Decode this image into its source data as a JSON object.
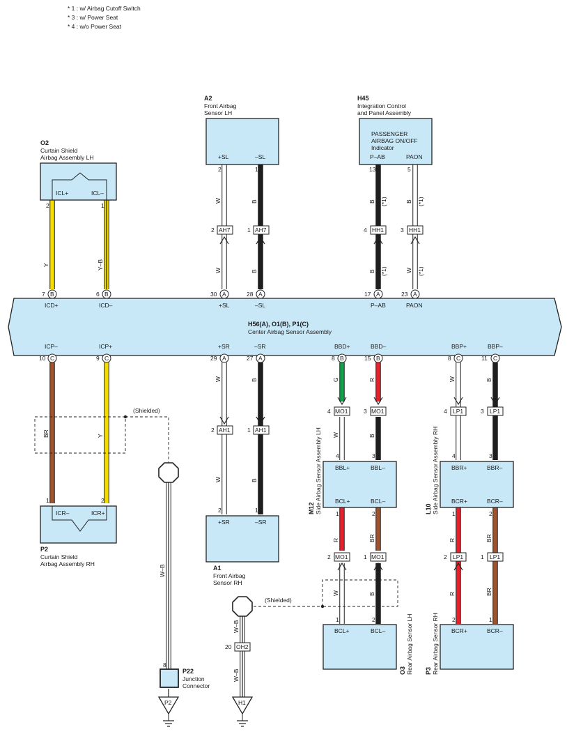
{
  "notes": [
    "* 1 : w/ Airbag Cutoff Switch",
    "* 3 : w/ Power Seat",
    "* 4 : w/o Power Seat"
  ],
  "colors": {
    "Y": "#f5dc00",
    "B": "#1e1e1e",
    "W": "#ffffff",
    "BR": "#a0522d",
    "G": "#12a04a",
    "R": "#e8202a",
    "box": "#c8e8f8"
  },
  "components": {
    "o2": {
      "code": "O2",
      "name1": "Curtain Shield",
      "name2": "Airbag Assembly LH",
      "pin_a": "ICL+",
      "pin_b": "ICL–"
    },
    "a2": {
      "code": "A2",
      "name1": "Front Airbag",
      "name2": "Sensor LH",
      "pin_a": "+SL",
      "pin_b": "–SL"
    },
    "h45": {
      "code": "H45",
      "name1": "Integration Control",
      "name2": "and Panel Assembly",
      "inner1": "PASSENGER",
      "inner2": "AIRBAG ON/OFF",
      "inner3": "Indicator",
      "pin_a": "P–AB",
      "pin_b": "PAON"
    },
    "h56": {
      "code": "H56(A), O1(B), P1(C)",
      "name": "Center Airbag Sensor Assembly",
      "top_pins": [
        "ICD+",
        "ICD–",
        "+SL",
        "–SL",
        "P–AB",
        "PAON"
      ],
      "bottom_pins": [
        "ICP–",
        "ICP+",
        "+SR",
        "–SR",
        "BBD+",
        "BBD–",
        "BBP+",
        "BBP–"
      ]
    },
    "p2": {
      "code": "P2",
      "name1": "Curtain Shield",
      "name2": "Airbag Assembly RH",
      "pin_a": "ICR–",
      "pin_b": "ICR+"
    },
    "a1": {
      "code": "A1",
      "name1": "Front Airbag",
      "name2": "Sensor RH",
      "pin_a": "+SR",
      "pin_b": "–SR"
    },
    "m12": {
      "code": "M12",
      "name": "Side Airbag Sensor Assembly LH",
      "pins": [
        "BBL+",
        "BBL–",
        "BCL+",
        "BCL–"
      ]
    },
    "l10": {
      "code": "L10",
      "name": "Side Airbag Sensor Assembly RH",
      "pins": [
        "BBR+",
        "BBR–",
        "BCR+",
        "BCR–"
      ]
    },
    "o3": {
      "code": "O3",
      "name": "Rear Airbag Sensor LH",
      "pin_a": "BCL+",
      "pin_b": "BCL–"
    },
    "p3": {
      "code": "P3",
      "name": "Rear Airbag Sensor RH",
      "pin_a": "BCR+",
      "pin_b": "BCR–"
    },
    "p22": {
      "code": "P22",
      "name1": "Junction",
      "name2": "Connector",
      "pin": "8"
    }
  },
  "connectors": {
    "ah7": "AH7",
    "hh1": "HH1",
    "ah1": "AH1",
    "mo1": "MO1",
    "lp1": "LP1",
    "oh2": "OH2"
  },
  "pin_letters": {
    "a": "A",
    "b": "B",
    "c": "C"
  },
  "pin_numbers": {
    "o2": [
      "2",
      "1"
    ],
    "a2": [
      "2",
      "1"
    ],
    "h45": [
      "13",
      "5"
    ],
    "ah7": [
      "2",
      "1"
    ],
    "hh1": [
      "4",
      "3"
    ],
    "ecu_top": [
      "7",
      "6",
      "30",
      "28",
      "17",
      "23"
    ],
    "ecu_bottom": [
      "10",
      "9",
      "29",
      "27",
      "8",
      "15",
      "8",
      "11"
    ],
    "ah1": [
      "2",
      "1"
    ],
    "a1": [
      "2",
      "1"
    ],
    "p2": [
      "1",
      "2"
    ],
    "mo1_top": [
      "4",
      "3"
    ],
    "m12_top": [
      "4",
      "3"
    ],
    "m12_bottom": [
      "1",
      "2"
    ],
    "mo1_bottom": [
      "2",
      "1"
    ],
    "o3": [
      "1",
      "2"
    ],
    "lp1_top": [
      "4",
      "3"
    ],
    "l10_top": [
      "4",
      "3"
    ],
    "l10_bottom": [
      "1",
      "2"
    ],
    "lp1_bottom": [
      "2",
      "1"
    ],
    "p3": [
      "2",
      "1"
    ],
    "oh2": "20"
  },
  "wire_labels": {
    "y": "Y",
    "yb": "Y–B",
    "w": "W",
    "b": "B",
    "br": "BR",
    "g": "G",
    "r": "R",
    "wb": "W–B",
    "star1": "(*1)"
  },
  "shielded": "(Shielded)",
  "grounds": {
    "p2": "P2",
    "h1": "H1"
  }
}
